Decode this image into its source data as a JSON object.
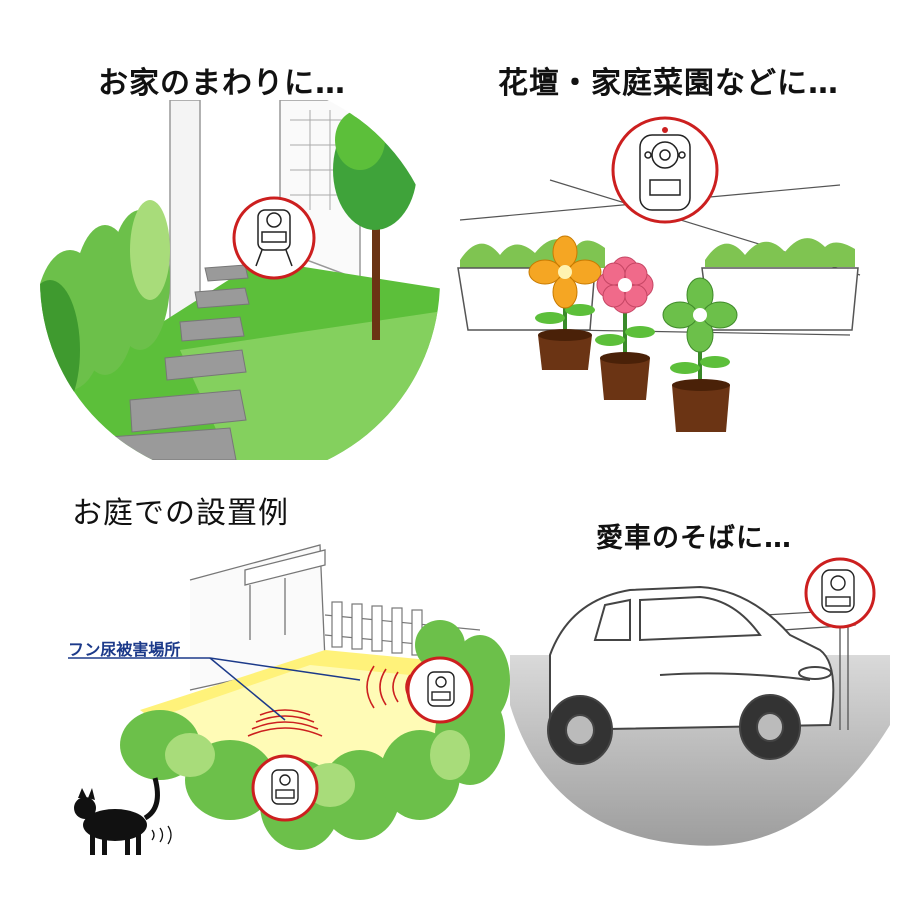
{
  "panels": [
    {
      "heading": "お家のまわりに…"
    },
    {
      "heading": "花壇・家庭菜園などに…"
    },
    {
      "heading": "お庭での設置例",
      "annotation": "フン尿被害場所"
    },
    {
      "heading": "愛車のそばに…"
    }
  ],
  "colors": {
    "grass": "#5cbf3a",
    "grass_light": "#a8dc7a",
    "tree_green": "#3fa33a",
    "highlight_red": "#cc1f1f",
    "pot_brown": "#6b3414",
    "flower_orange": "#f5a623",
    "flower_pink": "#f06a8a",
    "flower_green": "#6cc04a",
    "yellow_zone": "#fff27a",
    "label_blue": "#1c3a8a"
  }
}
